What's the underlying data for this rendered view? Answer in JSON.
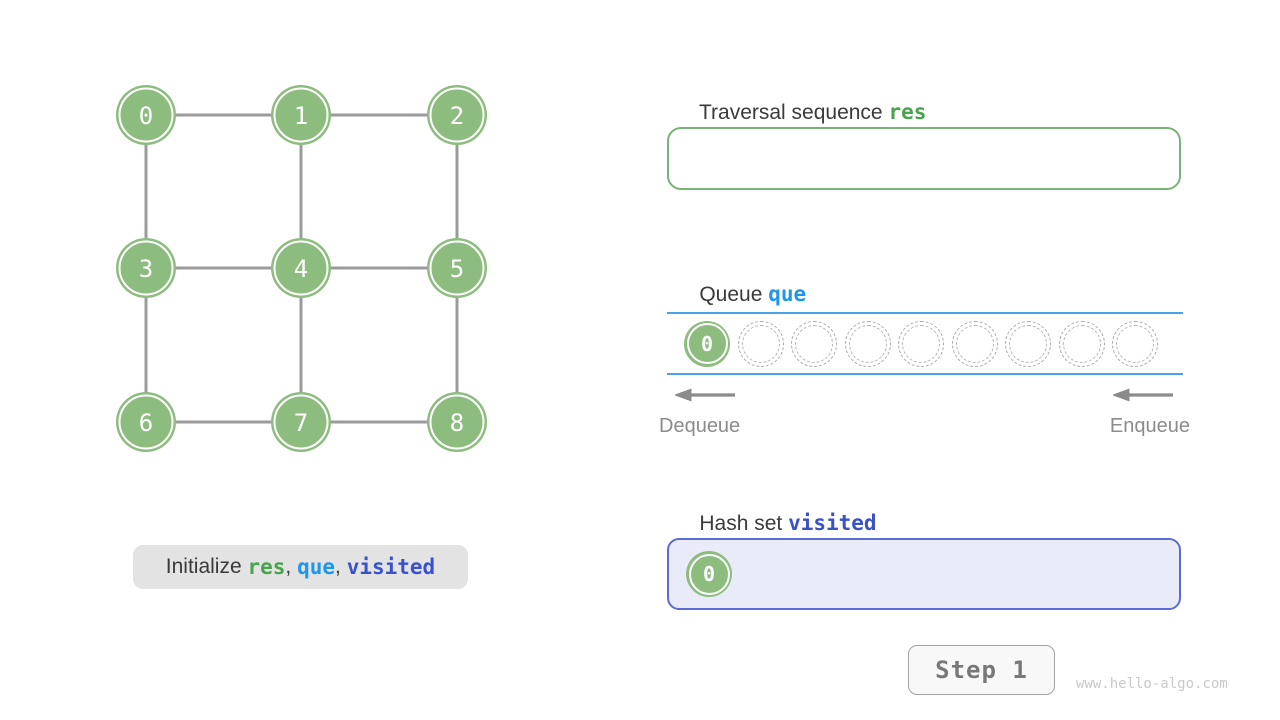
{
  "colors": {
    "node_fill": "#8cbd7f",
    "edge": "#9b9b9b",
    "res_green": "#47a34c",
    "que_blue": "#1e96ea",
    "visited_indigo": "#3a52c9",
    "traversal_border": "#7ab377",
    "queue_line": "#4aa2e8",
    "hash_border": "#5c6cd4",
    "hash_bg": "#e9ecf8",
    "muted_gray": "#8b8b8b",
    "header_text": "#3a3a3a",
    "caption_bg": "#e3e3e3"
  },
  "graph": {
    "nodes": [
      {
        "label": "0",
        "row": 0,
        "col": 0
      },
      {
        "label": "1",
        "row": 0,
        "col": 1
      },
      {
        "label": "2",
        "row": 0,
        "col": 2
      },
      {
        "label": "3",
        "row": 1,
        "col": 0
      },
      {
        "label": "4",
        "row": 1,
        "col": 1
      },
      {
        "label": "5",
        "row": 1,
        "col": 2
      },
      {
        "label": "6",
        "row": 2,
        "col": 0
      },
      {
        "label": "7",
        "row": 2,
        "col": 1
      },
      {
        "label": "8",
        "row": 2,
        "col": 2
      }
    ],
    "edges": [
      [
        0,
        1
      ],
      [
        1,
        2
      ],
      [
        3,
        4
      ],
      [
        4,
        5
      ],
      [
        6,
        7
      ],
      [
        7,
        8
      ],
      [
        0,
        3
      ],
      [
        3,
        6
      ],
      [
        1,
        4
      ],
      [
        4,
        7
      ],
      [
        2,
        5
      ],
      [
        5,
        8
      ]
    ]
  },
  "caption": {
    "action": "Initialize ",
    "sep": ", ",
    "res": "res",
    "que": "que",
    "visited": "visited"
  },
  "traversal": {
    "label": "Traversal sequence ",
    "var": "res",
    "items": []
  },
  "queue": {
    "label": "Queue ",
    "var": "que",
    "items": [
      "0"
    ],
    "slots": 9,
    "dequeue_label": "Dequeue",
    "enqueue_label": "Enqueue"
  },
  "hashset": {
    "label": "Hash set ",
    "var": "visited",
    "items": [
      "0"
    ]
  },
  "step_button": {
    "label": "Step 1"
  },
  "watermark": "www.hello-algo.com"
}
